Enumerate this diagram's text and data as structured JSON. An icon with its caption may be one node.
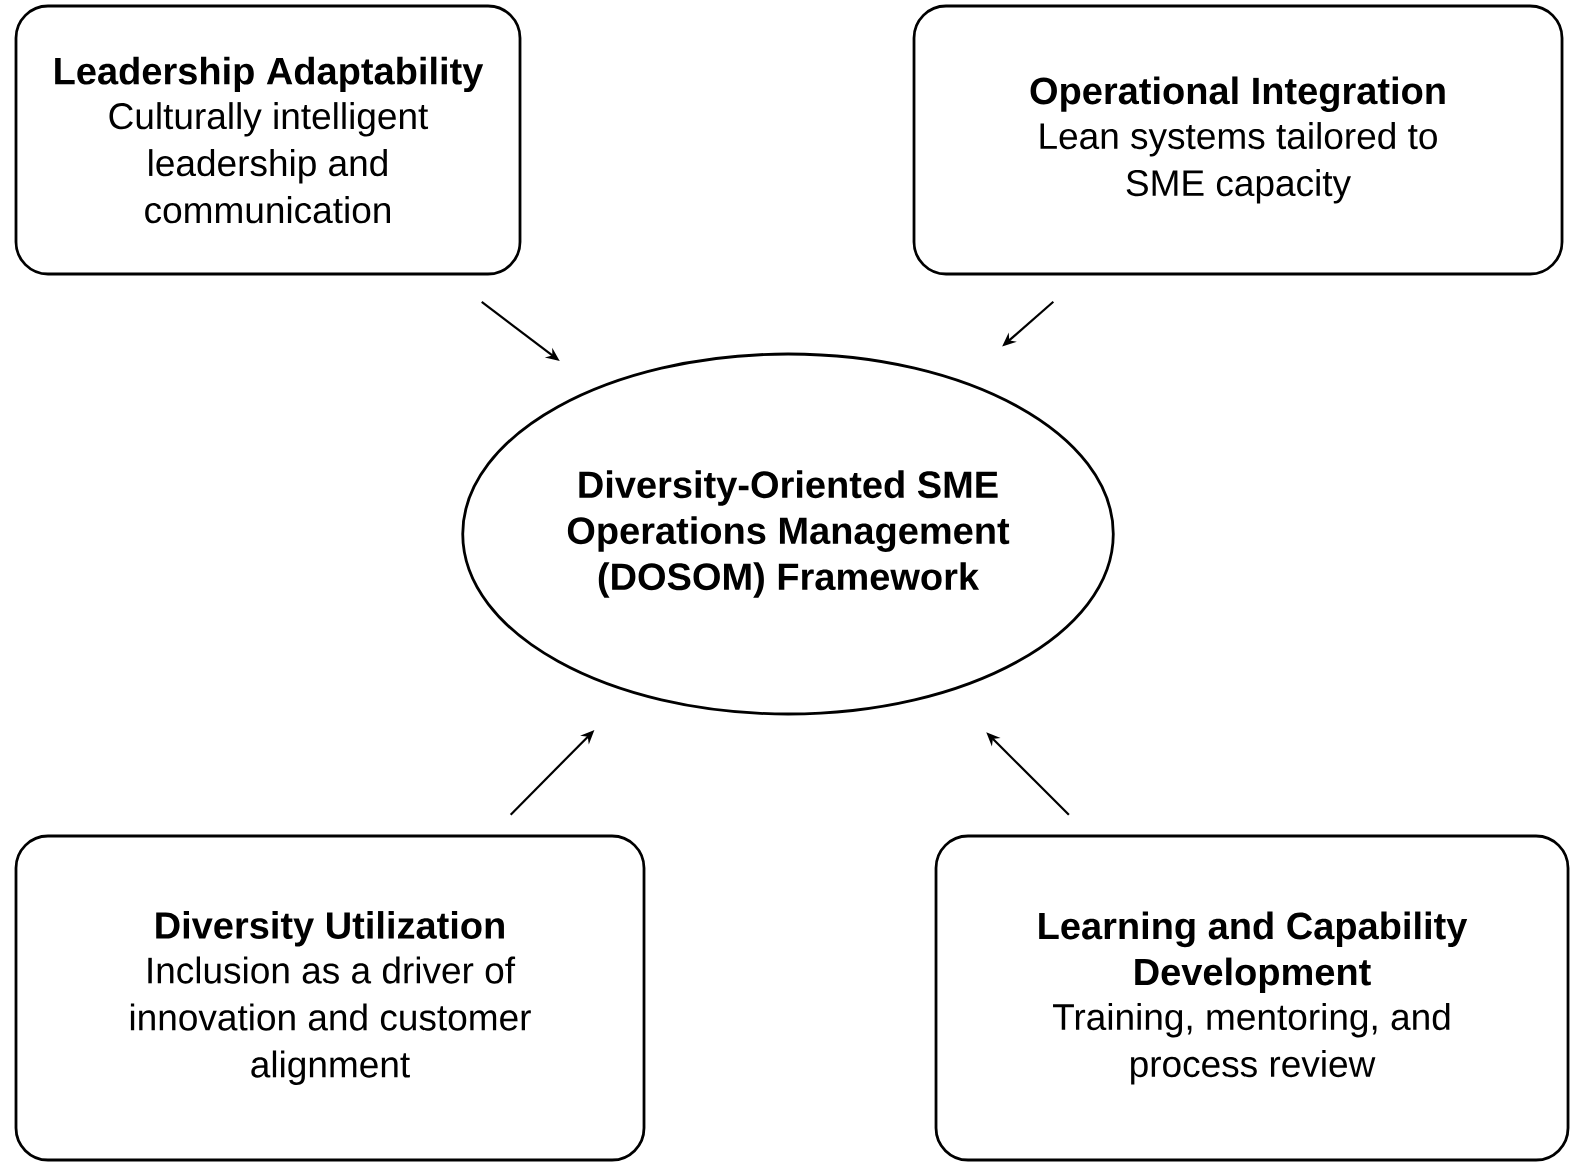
{
  "diagram": {
    "nodes": [
      {
        "text": [
          "Leadership Adaptability",
          "Culturally intelligent leadership and communication"
        ]
      },
      {
        "text": [
          "Operational Integration",
          "Lean systems tailored to SME capacity"
        ]
      },
      {
        "text": [
          "Diversity-Oriented SME Operations Management (DOSOM) Framework"
        ]
      },
      {
        "text": [
          "Diversity Utilization",
          "Inclusion as a driver of innovation and customer alignment"
        ]
      },
      {
        "text": [
          "Learning and Capability Development",
          "Training, mentoring, and process review"
        ]
      }
    ],
    "edges": [
      {
        "from": 0,
        "to": 2,
        "arrow": "to"
      },
      {
        "from": 1,
        "to": 2,
        "arrow": "to"
      },
      {
        "from": 3,
        "to": 2,
        "arrow": "to"
      },
      {
        "from": 4,
        "to": 2,
        "arrow": "to"
      }
    ]
  }
}
